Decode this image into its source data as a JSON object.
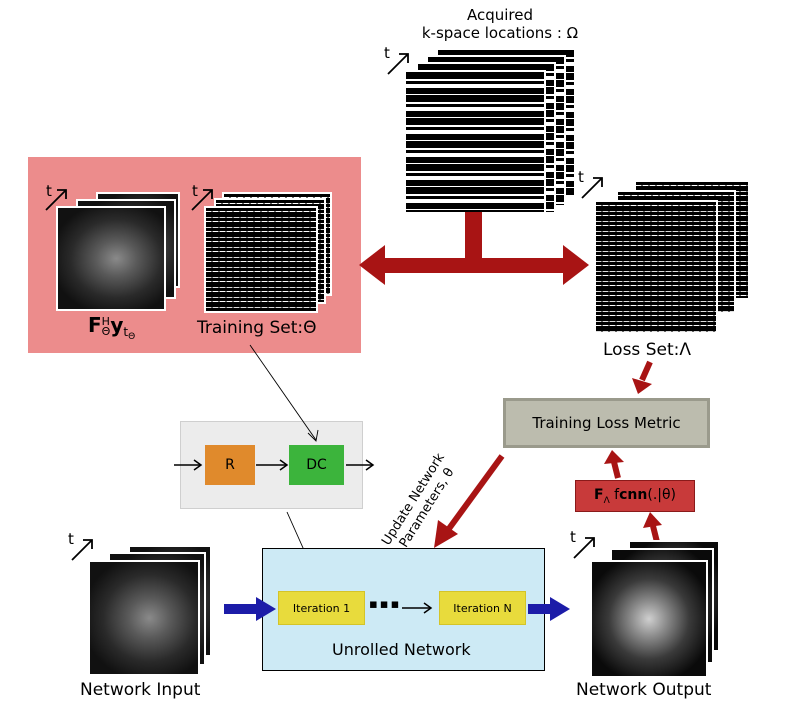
{
  "kspace": {
    "title_line1": "Acquired",
    "title_line2": "k-space locations : Ω"
  },
  "training": {
    "image_label_F": "F",
    "image_label_H": "H",
    "image_label_theta": "Θ",
    "image_label_y": "y",
    "image_label_t": "t",
    "image_label_sub_theta": "Θ",
    "set_label": "Training Set:Θ"
  },
  "loss_set": {
    "label": "Loss Set:Λ"
  },
  "time_axis": {
    "label": "t"
  },
  "dc_block": {
    "r_label": "R",
    "dc_label": "DC"
  },
  "unrolled": {
    "label": "Unrolled Network",
    "iter1": "Iteration 1",
    "iterN": "Iteration N",
    "dots": "▪▪▪"
  },
  "loss_metric": {
    "label": "Training Loss Metric"
  },
  "forward_op": {
    "F": "F",
    "sub": "Λ",
    "f": " f",
    "cnn": "cnn",
    "args": "(.|θ)"
  },
  "update": {
    "line1": "Update Network",
    "line2": "Parameters, θ"
  },
  "io": {
    "input_label": "Network Input",
    "output_label": "Network Output"
  },
  "colors": {
    "red_arrow": "#a81414",
    "blue_arrow": "#1c1ca8",
    "panel_pink": "#ec8c8c"
  }
}
